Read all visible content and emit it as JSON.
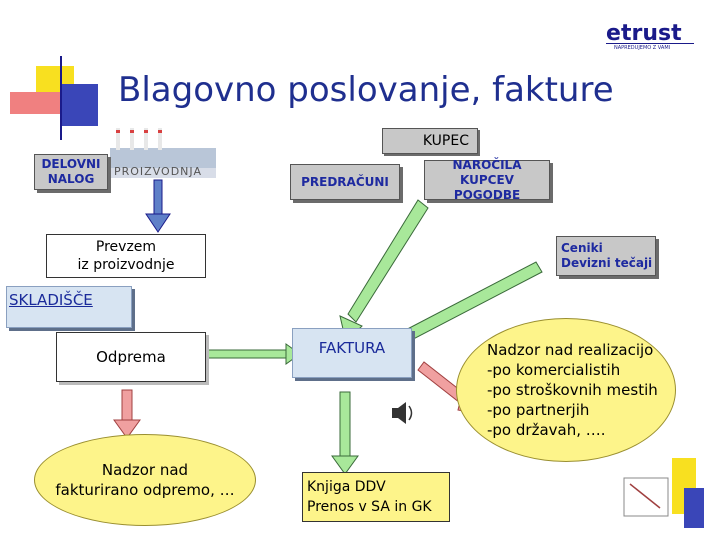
{
  "title": "Blagovno poslovanje, fakture",
  "logo": {
    "name": "e trust",
    "tagline": "NAPREDUJEMO Z VAMI"
  },
  "nodes": {
    "kupec": "KUPEC",
    "delovni_nalog": "DELOVNI\nNALOG",
    "proizvodnja": "PROIZVODNJA",
    "predracuni": "PREDRAČUNI",
    "narocila": "NAROČILA KUPCEV\nPOGODBE",
    "prevzem": "Prevzem\niz proizvodnje",
    "ceniki": "Ceniki\nDevizni tečaji",
    "skladisce": "SKLADIŠČE",
    "odprema": "Odprema",
    "faktura": "FAKTURA",
    "nadzor_realizacijo": "Nadzor nad realizacijo\n-po komercialistih\n-po stroškovnih mestih\n-po partnerjih\n-po državah, ….",
    "nadzor_fakturirano": "Nadzor nad\nfakturirano odpremo, …",
    "knjiga_ddv": "Knjiga DDV\nPrenos v SA in GK"
  },
  "colors": {
    "title": "#1f2f8f",
    "accent_yellow": "#f8e020",
    "accent_red": "#e05050",
    "accent_blue": "#1a1aa0",
    "arrow_green": "#a8e89a",
    "arrow_blue": "#5f80c8",
    "arrow_pink": "#f0a0a0",
    "ellipse_fill": "#fdf48a"
  }
}
